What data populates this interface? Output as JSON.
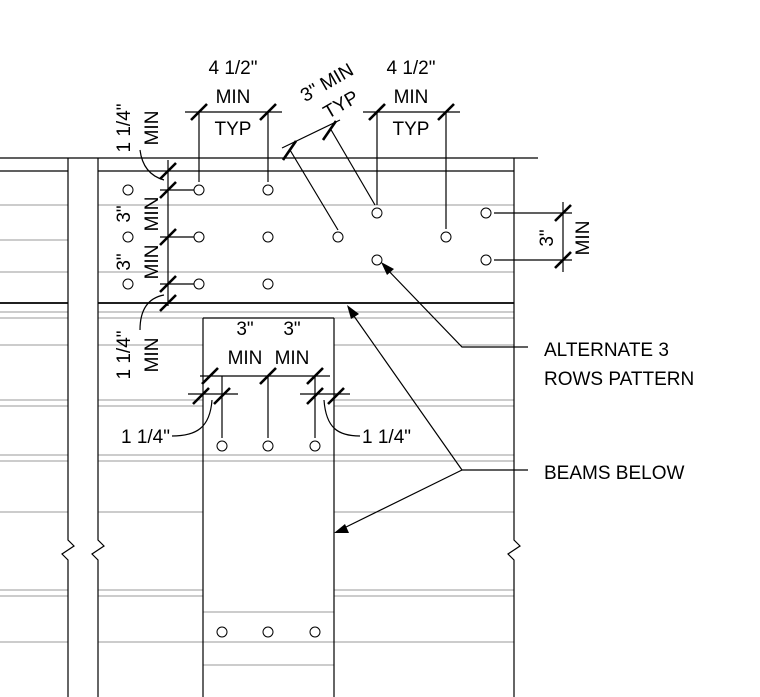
{
  "dimensions": {
    "top_left_spacing": "4 1/2\"",
    "top_left_min": "MIN",
    "top_left_typ": "TYP",
    "top_right_spacing": "4 1/2\"",
    "top_right_min": "MIN",
    "top_right_typ": "TYP",
    "diag_value": "3\" MIN",
    "diag_typ": "TYP",
    "left_edge_top": "1 1/4\"",
    "left_edge_top_min": "MIN",
    "left_row_1": "3\"",
    "left_row_1_min": "MIN",
    "left_row_2": "3\"",
    "left_row_2_min": "MIN",
    "left_edge_bottom": "1 1/4\"",
    "left_edge_bottom_min": "MIN",
    "right_row": "3\"",
    "right_row_min": "MIN",
    "beam_spacing_1": "3\"",
    "beam_spacing_2": "3\"",
    "beam_min_1": "MIN",
    "beam_min_2": "MIN",
    "beam_edge_left": "1 1/4\"",
    "beam_edge_right": "1 1/4\""
  },
  "notes": {
    "alternate_line1": "ALTERNATE 3",
    "alternate_line2": "ROWS PATTERN",
    "beams_below": "BEAMS BELOW"
  }
}
